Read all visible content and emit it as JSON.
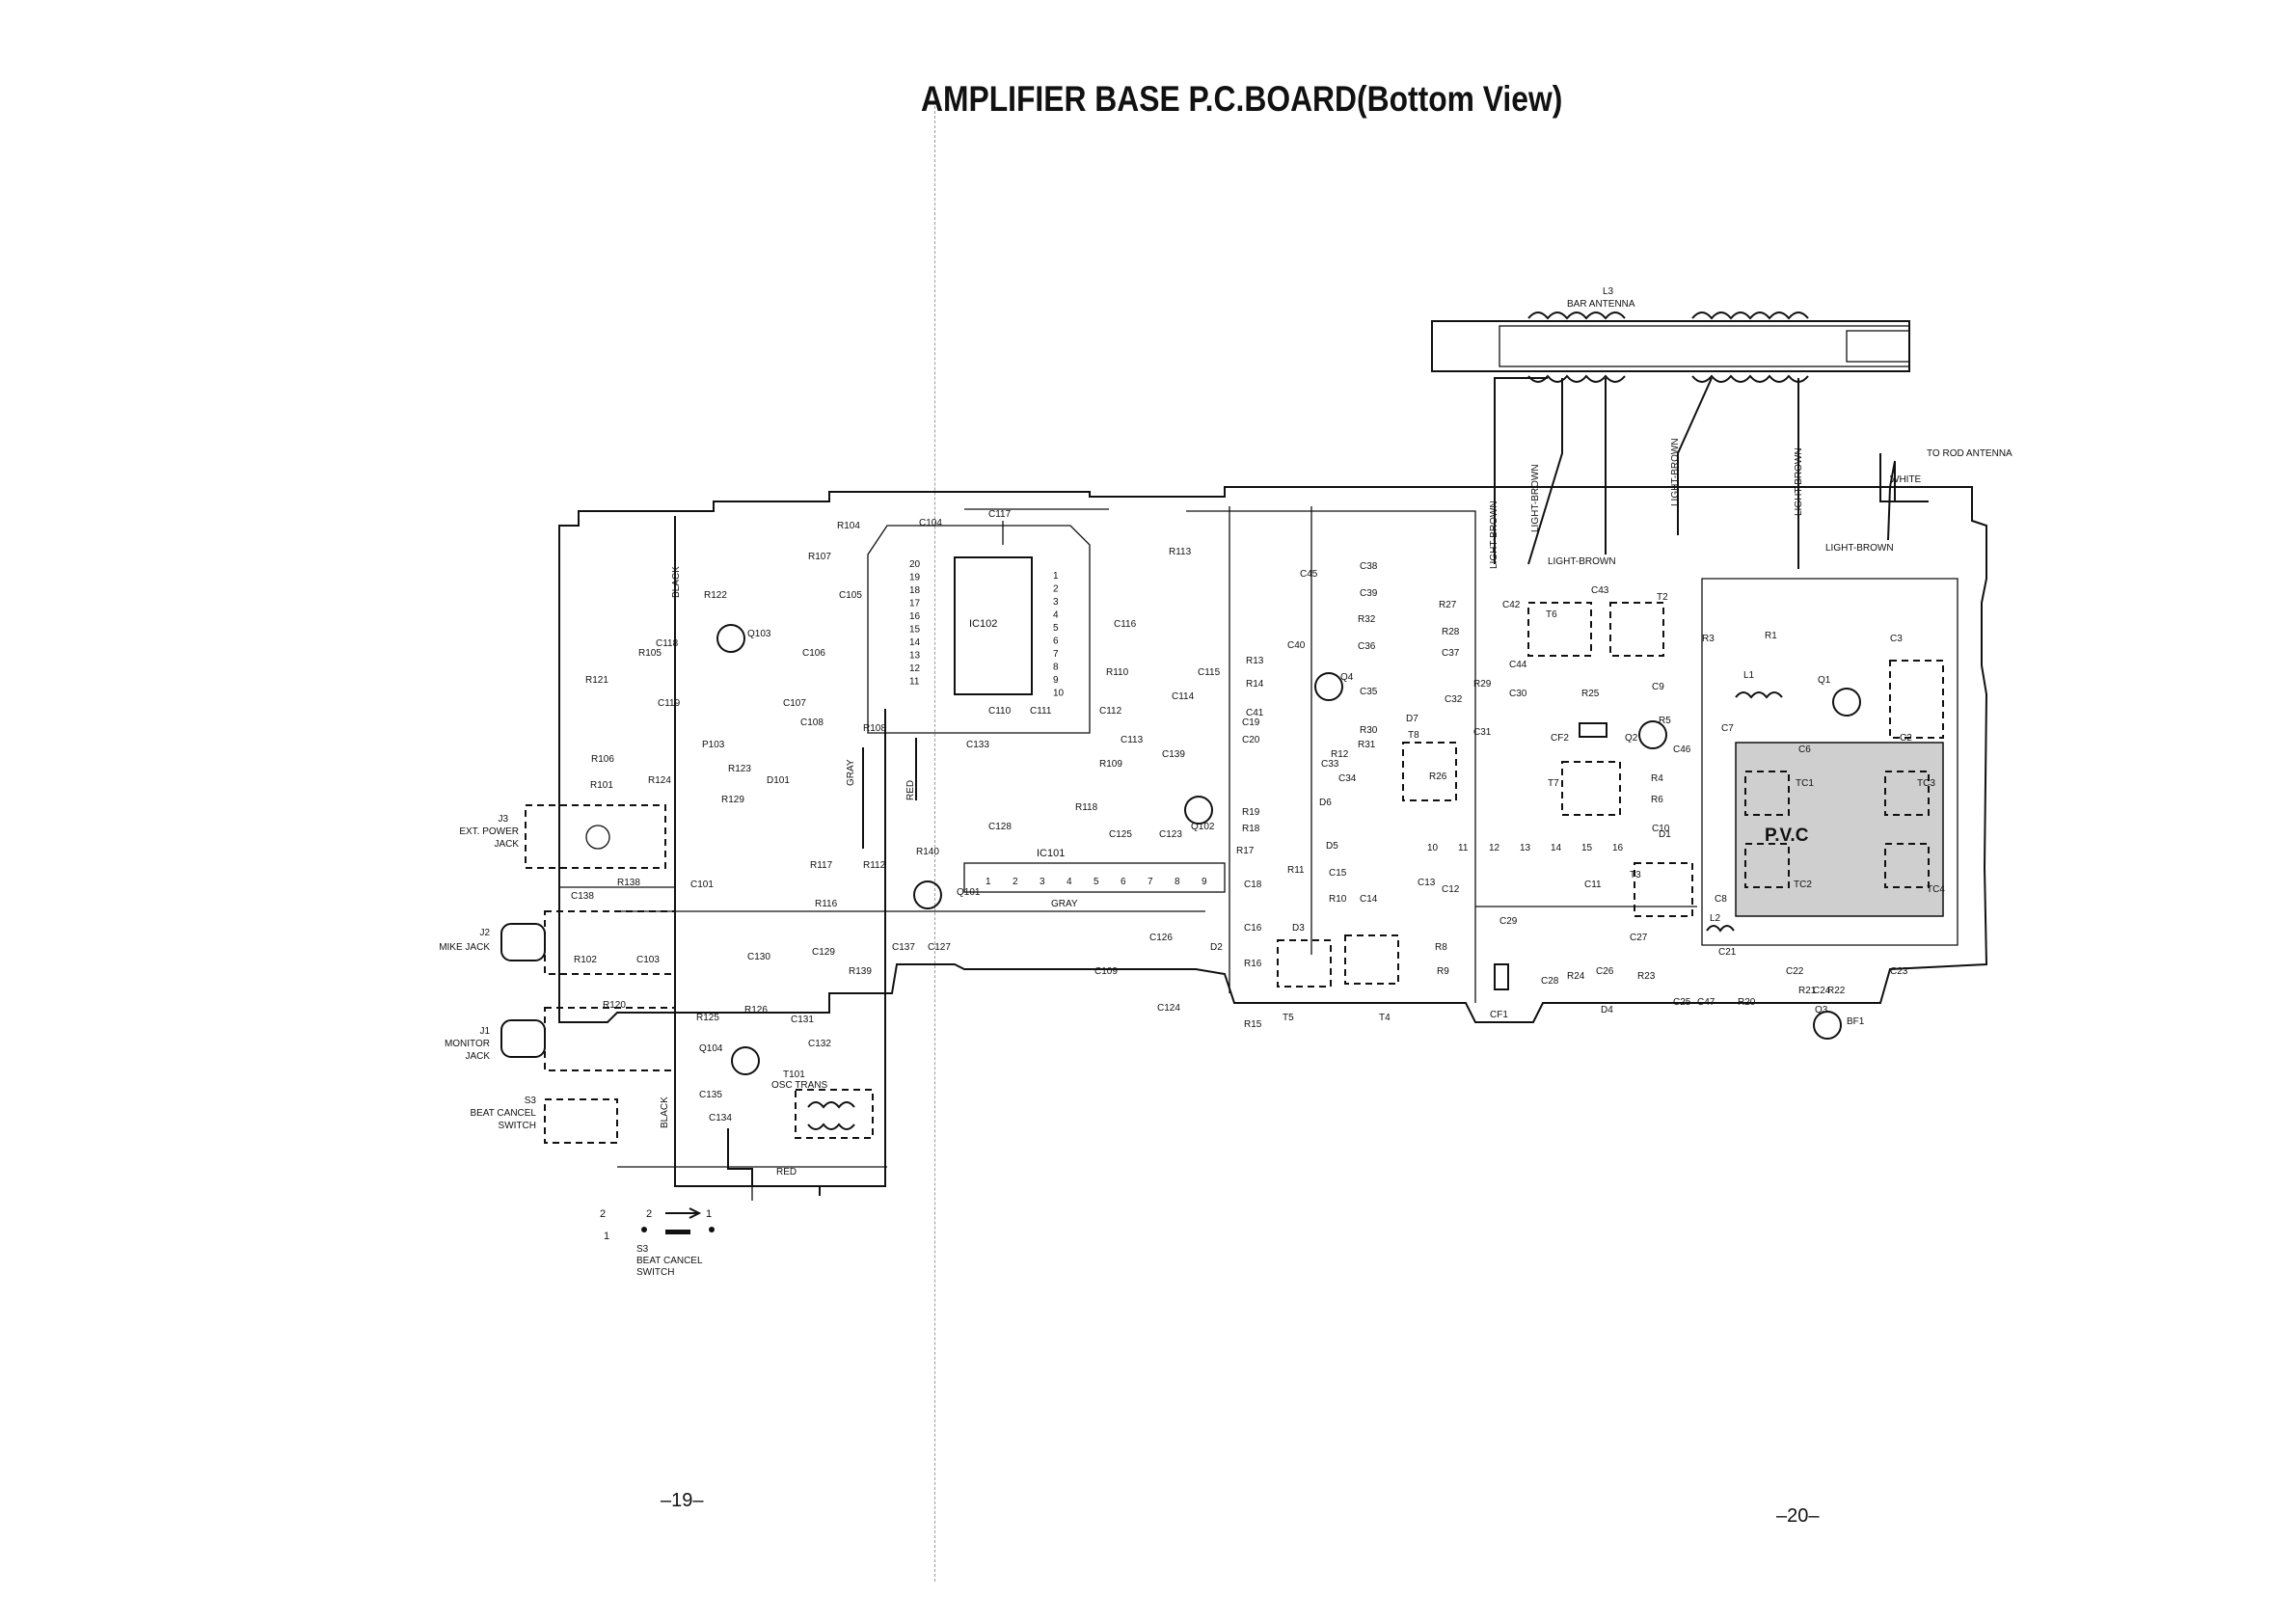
{
  "title": "AMPLIFIER BASE P.C.BOARD(Bottom View)",
  "page_left": "–19–",
  "page_right": "–20–",
  "antenna": {
    "ref": "L3",
    "name": "BAR ANTENNA",
    "to_rod": "TO ROD ANTENNA",
    "white": "WHITE",
    "wires": [
      "LIGHT-BROWN",
      "LIGHT-BROWN",
      "LIGHT-BROWN",
      "LIGHT-BROWN",
      "LIGHT-BROWN",
      "LIGHT-BROWN"
    ]
  },
  "jacks": {
    "j3": [
      "J3",
      "EXT. POWER",
      "JACK"
    ],
    "j2": [
      "J2",
      "MIKE JACK"
    ],
    "j1": [
      "J1",
      "MONITOR",
      "JACK"
    ],
    "s3": [
      "S3",
      "BEAT CANCEL",
      "SWITCH"
    ]
  },
  "switch_detail": {
    "pins": [
      "2",
      "1",
      "2",
      "1"
    ],
    "label": [
      "S3",
      "BEAT CANCEL",
      "SWITCH"
    ]
  },
  "ic102": {
    "ref": "IC102",
    "pins_left": [
      "20",
      "19",
      "18",
      "17",
      "16",
      "15",
      "14",
      "13",
      "12",
      "11"
    ],
    "pins_right": [
      "1",
      "2",
      "3",
      "4",
      "5",
      "6",
      "7",
      "8",
      "9",
      "10"
    ]
  },
  "ic101": {
    "ref": "IC101",
    "pins": [
      "1",
      "2",
      "3",
      "4",
      "5",
      "6",
      "7",
      "8",
      "9"
    ]
  },
  "wire_labels": [
    "BLACK",
    "GRAY",
    "RED",
    "GRAY",
    "BLACK",
    "RED"
  ],
  "osc": [
    "T101",
    "OSC TRANS"
  ],
  "pvc": "P.V.C",
  "sig_numbers": [
    "10",
    "11",
    "12",
    "13",
    "14",
    "15",
    "16"
  ],
  "parts_left": [
    "R104",
    "C104",
    "C117",
    "R107",
    "R122",
    "C105",
    "C106",
    "C107",
    "C108",
    "Q103",
    "C118",
    "R105",
    "R121",
    "C119",
    "R106",
    "R101",
    "R124",
    "P103",
    "R123",
    "R129",
    "D101",
    "R108",
    "R117",
    "R116",
    "R112",
    "R140",
    "Q101",
    "C128",
    "R138",
    "C138",
    "C101",
    "R102",
    "C103",
    "C130",
    "C129",
    "R139",
    "C137",
    "C127",
    "R120",
    "R125",
    "R126",
    "C131",
    "Q104",
    "C132",
    "C135",
    "C134",
    "C110",
    "C111",
    "C112",
    "C133",
    "C113",
    "R109",
    "C139",
    "Q102",
    "R118",
    "C125",
    "C123",
    "C116",
    "R110",
    "C114",
    "C115",
    "R113",
    "C126",
    "C109",
    "C124"
  ],
  "parts_right": [
    "C45",
    "C38",
    "C39",
    "R27",
    "R32",
    "C40",
    "C36",
    "R28",
    "C37",
    "R29",
    "R13",
    "Q4",
    "R14",
    "C41",
    "C35",
    "R30",
    "D7",
    "C32",
    "C31",
    "R31",
    "C42",
    "C43",
    "T2",
    "C44",
    "C30",
    "R25",
    "R3",
    "R1",
    "C3",
    "L1",
    "Q1",
    "C9",
    "C2",
    "CF2",
    "Q2",
    "R5",
    "C7",
    "C6",
    "C46",
    "T7",
    "R4",
    "R6",
    "C10",
    "D1",
    "TC1",
    "TC2",
    "TC3",
    "TC4",
    "T3",
    "C8",
    "C11",
    "T6",
    "C13",
    "C12",
    "C29",
    "C27",
    "L2",
    "C21",
    "C22",
    "R21",
    "C24",
    "R22",
    "C23",
    "C28",
    "R24",
    "C26",
    "R23",
    "C25",
    "C47",
    "R20",
    "D4",
    "Q3",
    "BF1",
    "CF1",
    "R8",
    "R9",
    "T4",
    "T5",
    "R16",
    "R15",
    "D2",
    "C18",
    "C16",
    "R11",
    "R10",
    "C14",
    "C15",
    "D5",
    "D6",
    "C33",
    "C34",
    "R12",
    "C20",
    "R19",
    "R18",
    "R17",
    "C19",
    "R26",
    "T8",
    "D3"
  ]
}
